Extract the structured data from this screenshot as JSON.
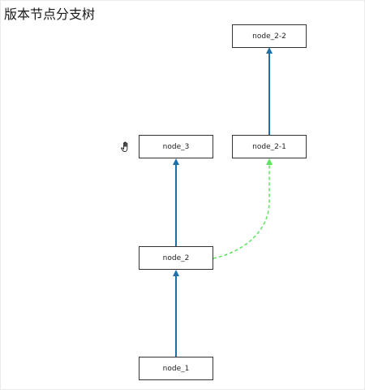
{
  "title": "版本节点分支树",
  "nodes": [
    {
      "id": "node_1",
      "label": "node_1"
    },
    {
      "id": "node_2",
      "label": "node_2"
    },
    {
      "id": "node_3",
      "label": "node_3"
    },
    {
      "id": "node_2-1",
      "label": "node_2-1"
    },
    {
      "id": "node_2-2",
      "label": "node_2-2"
    }
  ],
  "edges": [
    {
      "from": "node_1",
      "to": "node_2",
      "style": "solid",
      "color": "#1f6fa8"
    },
    {
      "from": "node_2",
      "to": "node_3",
      "style": "solid",
      "color": "#1f6fa8"
    },
    {
      "from": "node_2",
      "to": "node_2-1",
      "style": "dashed",
      "color": "#5ee35e"
    },
    {
      "from": "node_2-1",
      "to": "node_2-2",
      "style": "solid",
      "color": "#1f6fa8"
    }
  ],
  "icons": {
    "cursor": "hand-pointer-icon"
  }
}
